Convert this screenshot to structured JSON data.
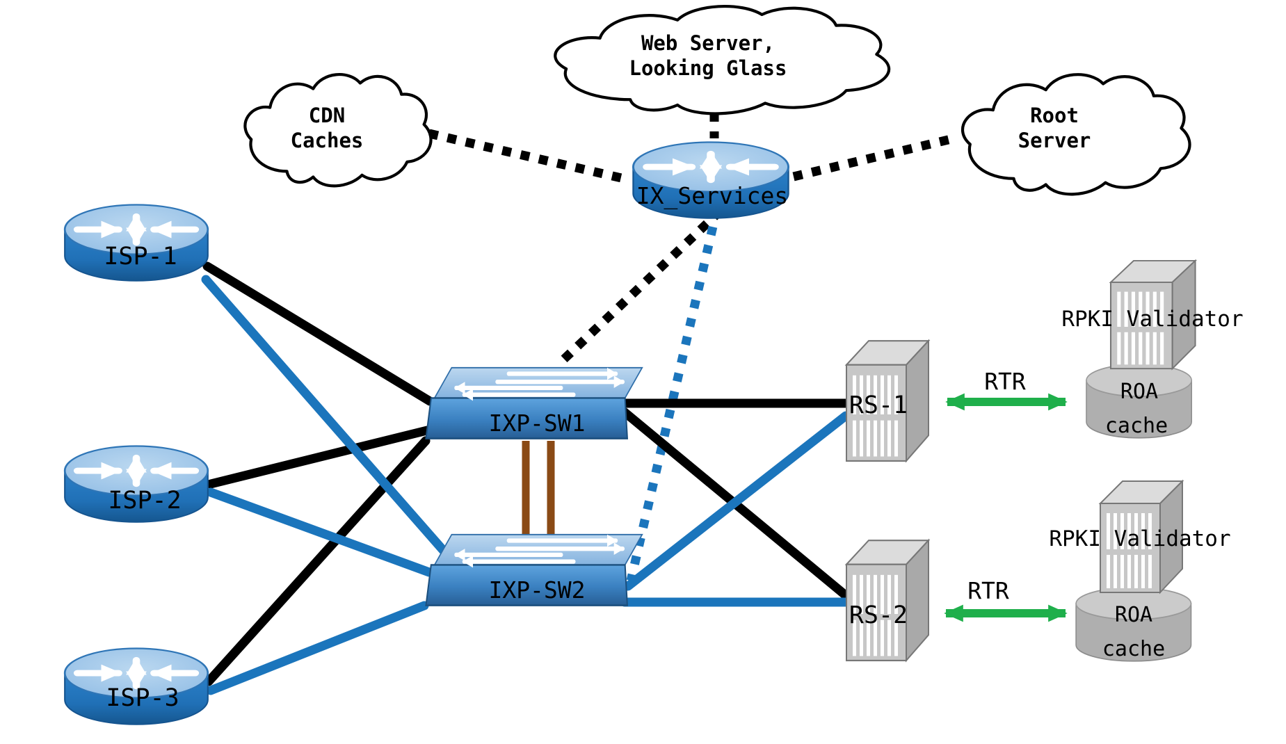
{
  "diagram": {
    "description": "IXP network topology with route servers and RPKI validation",
    "clouds": {
      "cdn": {
        "line1": "CDN",
        "line2": "Caches"
      },
      "web": {
        "line1": "Web Server,",
        "line2": "Looking Glass"
      },
      "root": {
        "line1": "Root",
        "line2": "Server"
      }
    },
    "nodes": {
      "ix_services": {
        "label": "IX_Services",
        "type": "router"
      },
      "isp1": {
        "label": "ISP-1",
        "type": "router"
      },
      "isp2": {
        "label": "ISP-2",
        "type": "router"
      },
      "isp3": {
        "label": "ISP-3",
        "type": "router"
      },
      "sw1": {
        "label": "IXP-SW1",
        "type": "switch"
      },
      "sw2": {
        "label": "IXP-SW2",
        "type": "switch"
      },
      "rs1": {
        "label": "RS-1",
        "type": "route-server"
      },
      "rs2": {
        "label": "RS-2",
        "type": "route-server"
      },
      "validator1": {
        "label": "RPKI Validator",
        "type": "server"
      },
      "validator2": {
        "label": "RPKI Validator",
        "type": "server"
      },
      "cache1": {
        "line1": "ROA",
        "line2": "cache",
        "type": "database"
      },
      "cache2": {
        "line1": "ROA",
        "line2": "cache",
        "type": "database"
      }
    },
    "edge_labels": {
      "rtr1": "RTR",
      "rtr2": "RTR"
    },
    "colors": {
      "link_black": "#000000",
      "link_blue": "#1B75BC",
      "link_brown": "#8A4A15",
      "rtr_green": "#1FAF4B",
      "router_blue": "#2474BE",
      "switch_blue": "#4A90D0",
      "server_gray": "#C7C7C7"
    },
    "links": [
      {
        "from": "cdn-caches",
        "to": "ix-services",
        "style": "dotted",
        "color": "black"
      },
      {
        "from": "web-server-looking-glass",
        "to": "ix-services",
        "style": "dotted",
        "color": "black"
      },
      {
        "from": "root-server",
        "to": "ix-services",
        "style": "dotted",
        "color": "black"
      },
      {
        "from": "ix-services",
        "to": "ixp-sw1",
        "style": "dotted",
        "color": "black"
      },
      {
        "from": "ix-services",
        "to": "ixp-sw2",
        "style": "dotted",
        "color": "blue"
      },
      {
        "from": "ixp-sw1",
        "to": "ixp-sw2",
        "style": "solid-double",
        "color": "brown"
      },
      {
        "from": "isp-1",
        "to": "ixp-sw1",
        "style": "solid",
        "color": "black"
      },
      {
        "from": "isp-1",
        "to": "ixp-sw2",
        "style": "solid",
        "color": "blue"
      },
      {
        "from": "isp-2",
        "to": "ixp-sw1",
        "style": "solid",
        "color": "black"
      },
      {
        "from": "isp-2",
        "to": "ixp-sw2",
        "style": "solid",
        "color": "blue"
      },
      {
        "from": "isp-3",
        "to": "ixp-sw1",
        "style": "solid",
        "color": "black"
      },
      {
        "from": "isp-3",
        "to": "ixp-sw2",
        "style": "solid",
        "color": "blue"
      },
      {
        "from": "rs-1",
        "to": "ixp-sw1",
        "style": "solid",
        "color": "black"
      },
      {
        "from": "rs-1",
        "to": "ixp-sw2",
        "style": "solid",
        "color": "blue"
      },
      {
        "from": "rs-2",
        "to": "ixp-sw1",
        "style": "solid",
        "color": "black"
      },
      {
        "from": "rs-2",
        "to": "ixp-sw2",
        "style": "solid",
        "color": "blue"
      },
      {
        "from": "rs-1",
        "to": "roa-cache-1",
        "style": "double-arrow",
        "color": "green",
        "label": "RTR"
      },
      {
        "from": "rs-2",
        "to": "roa-cache-2",
        "style": "double-arrow",
        "color": "green",
        "label": "RTR"
      }
    ]
  }
}
